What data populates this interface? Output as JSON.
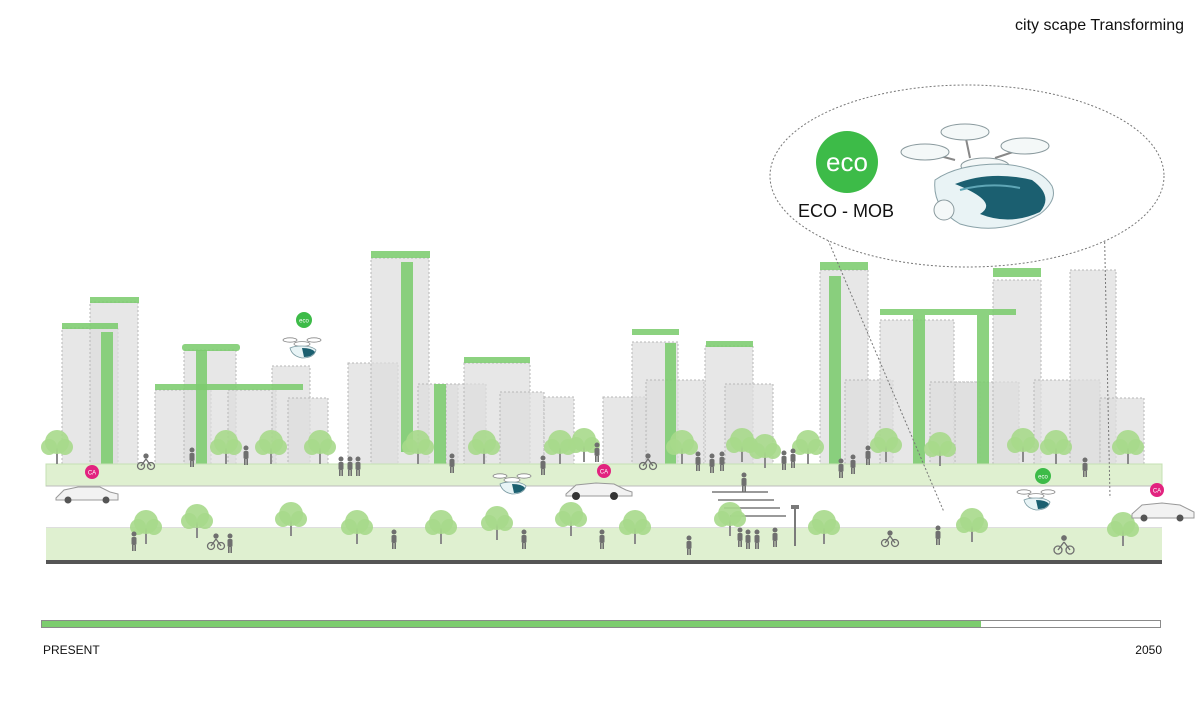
{
  "title": "city scape Transforming",
  "callout": {
    "badge": "eco",
    "label": "ECO - MOB"
  },
  "small_badges": {
    "eco": "eco",
    "ca": "CA"
  },
  "timeline": {
    "start_label": "PRESENT",
    "end_label": "2050",
    "progress": 0.84
  },
  "colors": {
    "green_band": "#dff0d0",
    "green_bar": "#7ccc6e",
    "green_badge": "#3dbb48",
    "magenta_badge": "#e2237f",
    "building": "#e4e4e4",
    "tree": "#a7d98b",
    "person": "#6f6f6f",
    "teal": "#1b5f70"
  }
}
